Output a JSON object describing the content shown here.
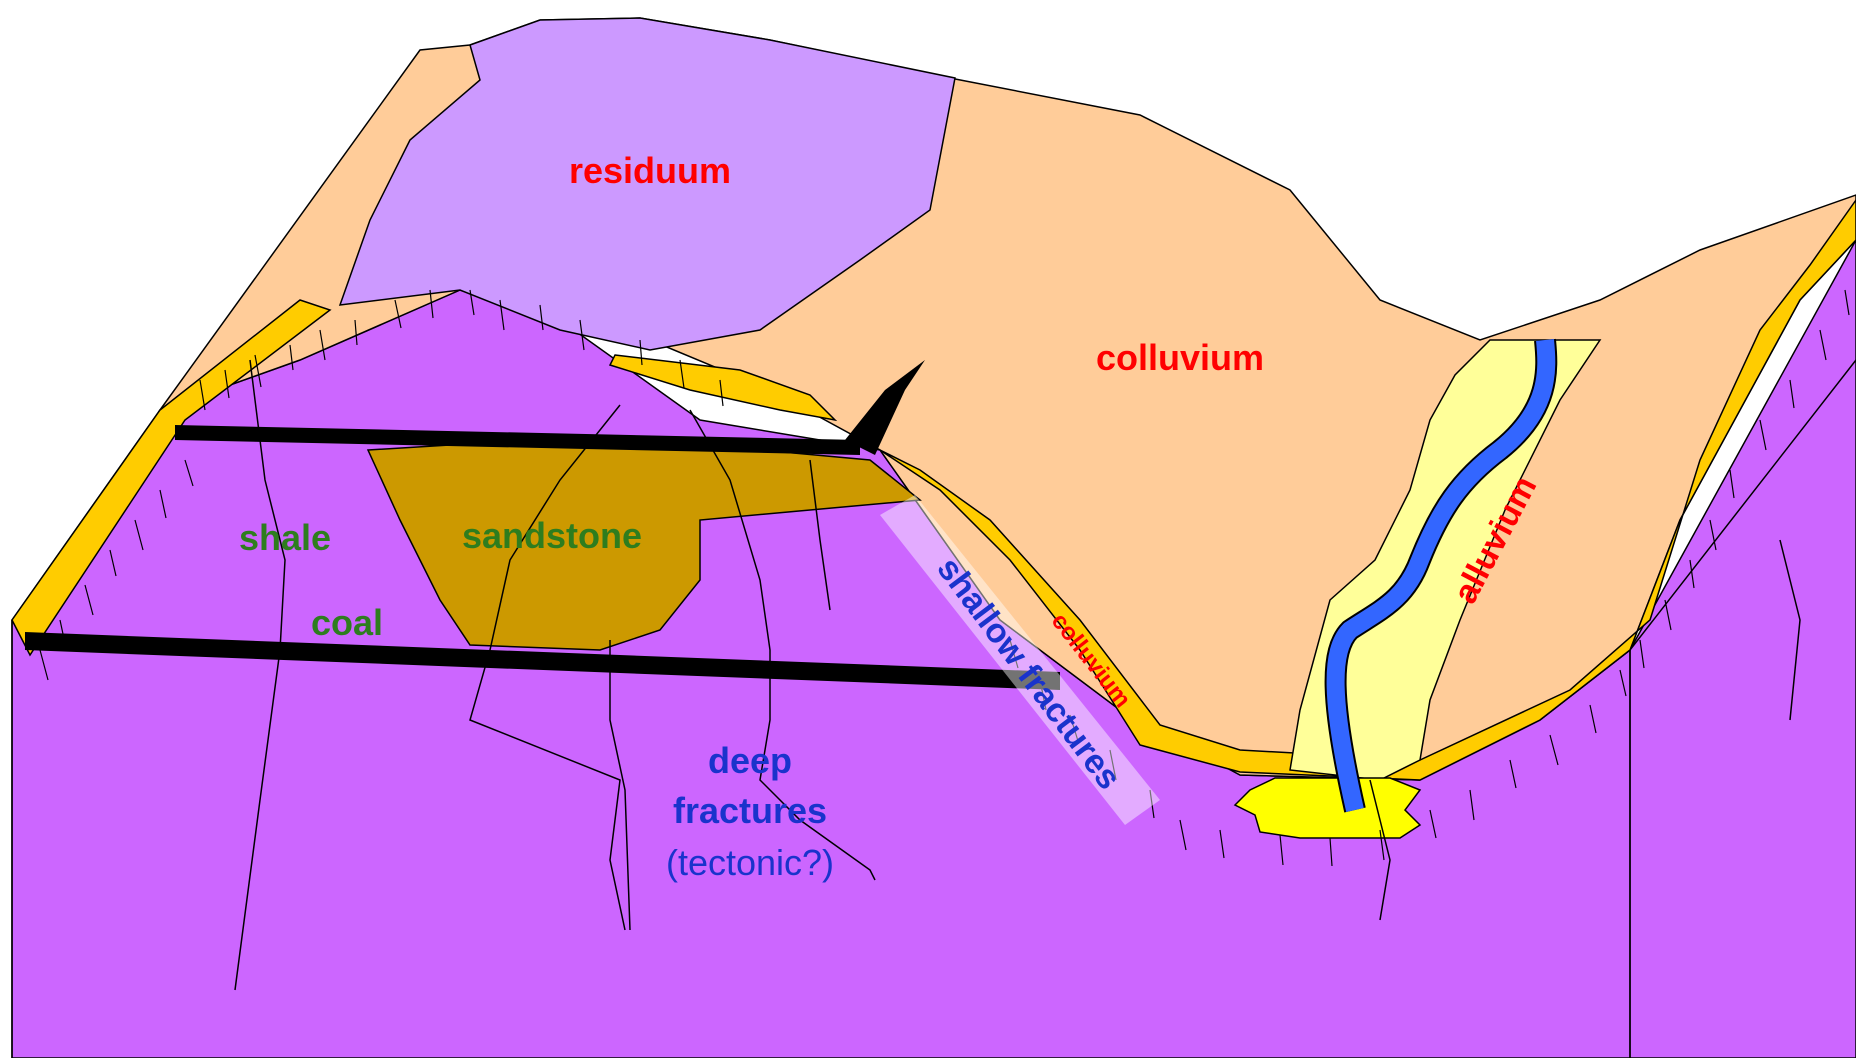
{
  "labels": {
    "residuum": "residuum",
    "colluvium_main": "colluvium",
    "colluvium_small": "colluvium",
    "alluvium": "alluvium",
    "shale": "shale",
    "sandstone": "sandstone",
    "coal": "coal",
    "shallow_fractures": "shallow fractures",
    "deep_fractures_line1": "deep",
    "deep_fractures_line2": "fractures",
    "deep_fractures_note": "(tectonic?)"
  },
  "colors": {
    "bedrock": "#CC66FF",
    "residuum": "#CC99FF",
    "colluvium": "#FFCC99",
    "colluvium_strip": "#FFCC00",
    "alluvium": "#FFFF99",
    "alluvium_base": "#FFFF00",
    "stream": "#3366FF",
    "sandstone": "#CC9900",
    "coal": "#000000",
    "label_red": "#FF0000",
    "label_green": "#2E7D1E",
    "label_blue": "#1A33CC"
  }
}
